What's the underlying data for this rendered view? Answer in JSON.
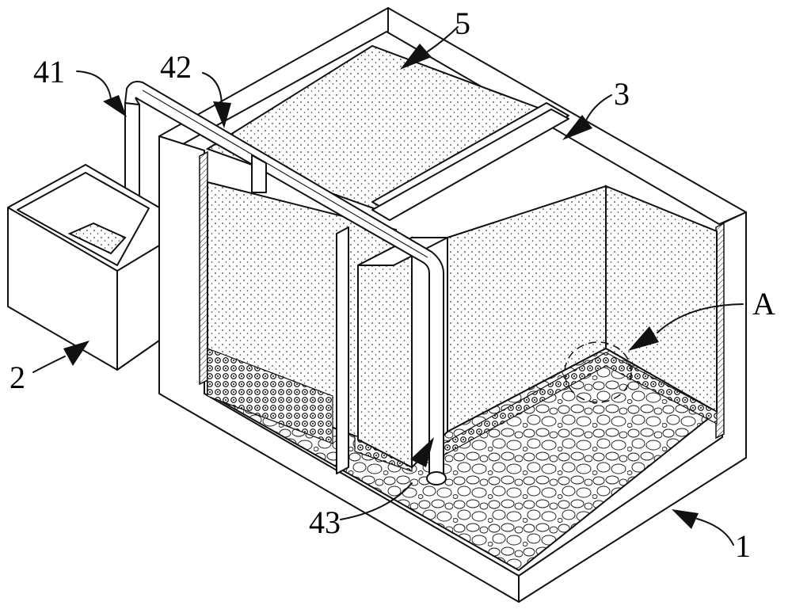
{
  "figure": {
    "labels": [
      {
        "id": "label-1",
        "text": "1"
      },
      {
        "id": "label-2",
        "text": "2"
      },
      {
        "id": "label-3",
        "text": "3"
      },
      {
        "id": "label-5",
        "text": "5"
      },
      {
        "id": "label-41",
        "text": "41"
      },
      {
        "id": "label-42",
        "text": "42"
      },
      {
        "id": "label-43",
        "text": "43"
      },
      {
        "id": "label-A",
        "text": "A"
      }
    ]
  }
}
